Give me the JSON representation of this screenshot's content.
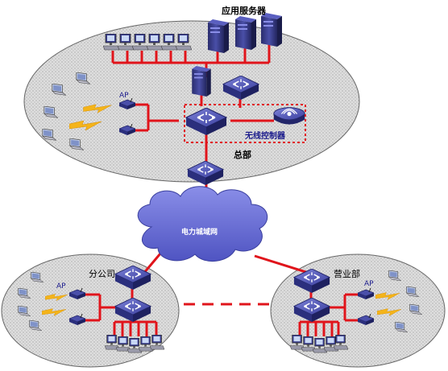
{
  "labels": {
    "app_servers": "应用服务器",
    "headquarters": "总部",
    "wireless_controller": "无线控制器",
    "power_network": "电力城域网",
    "branch_office": "分公司",
    "sales_office": "营业部",
    "ap": "AP"
  },
  "colors": {
    "link": "#e0141b",
    "zone_fill": "#d6d6d6",
    "cloud": "#6a6fd6",
    "switch": "#3b3f9a",
    "server": "#2c2f7a",
    "lightning": "#f4b41a"
  }
}
